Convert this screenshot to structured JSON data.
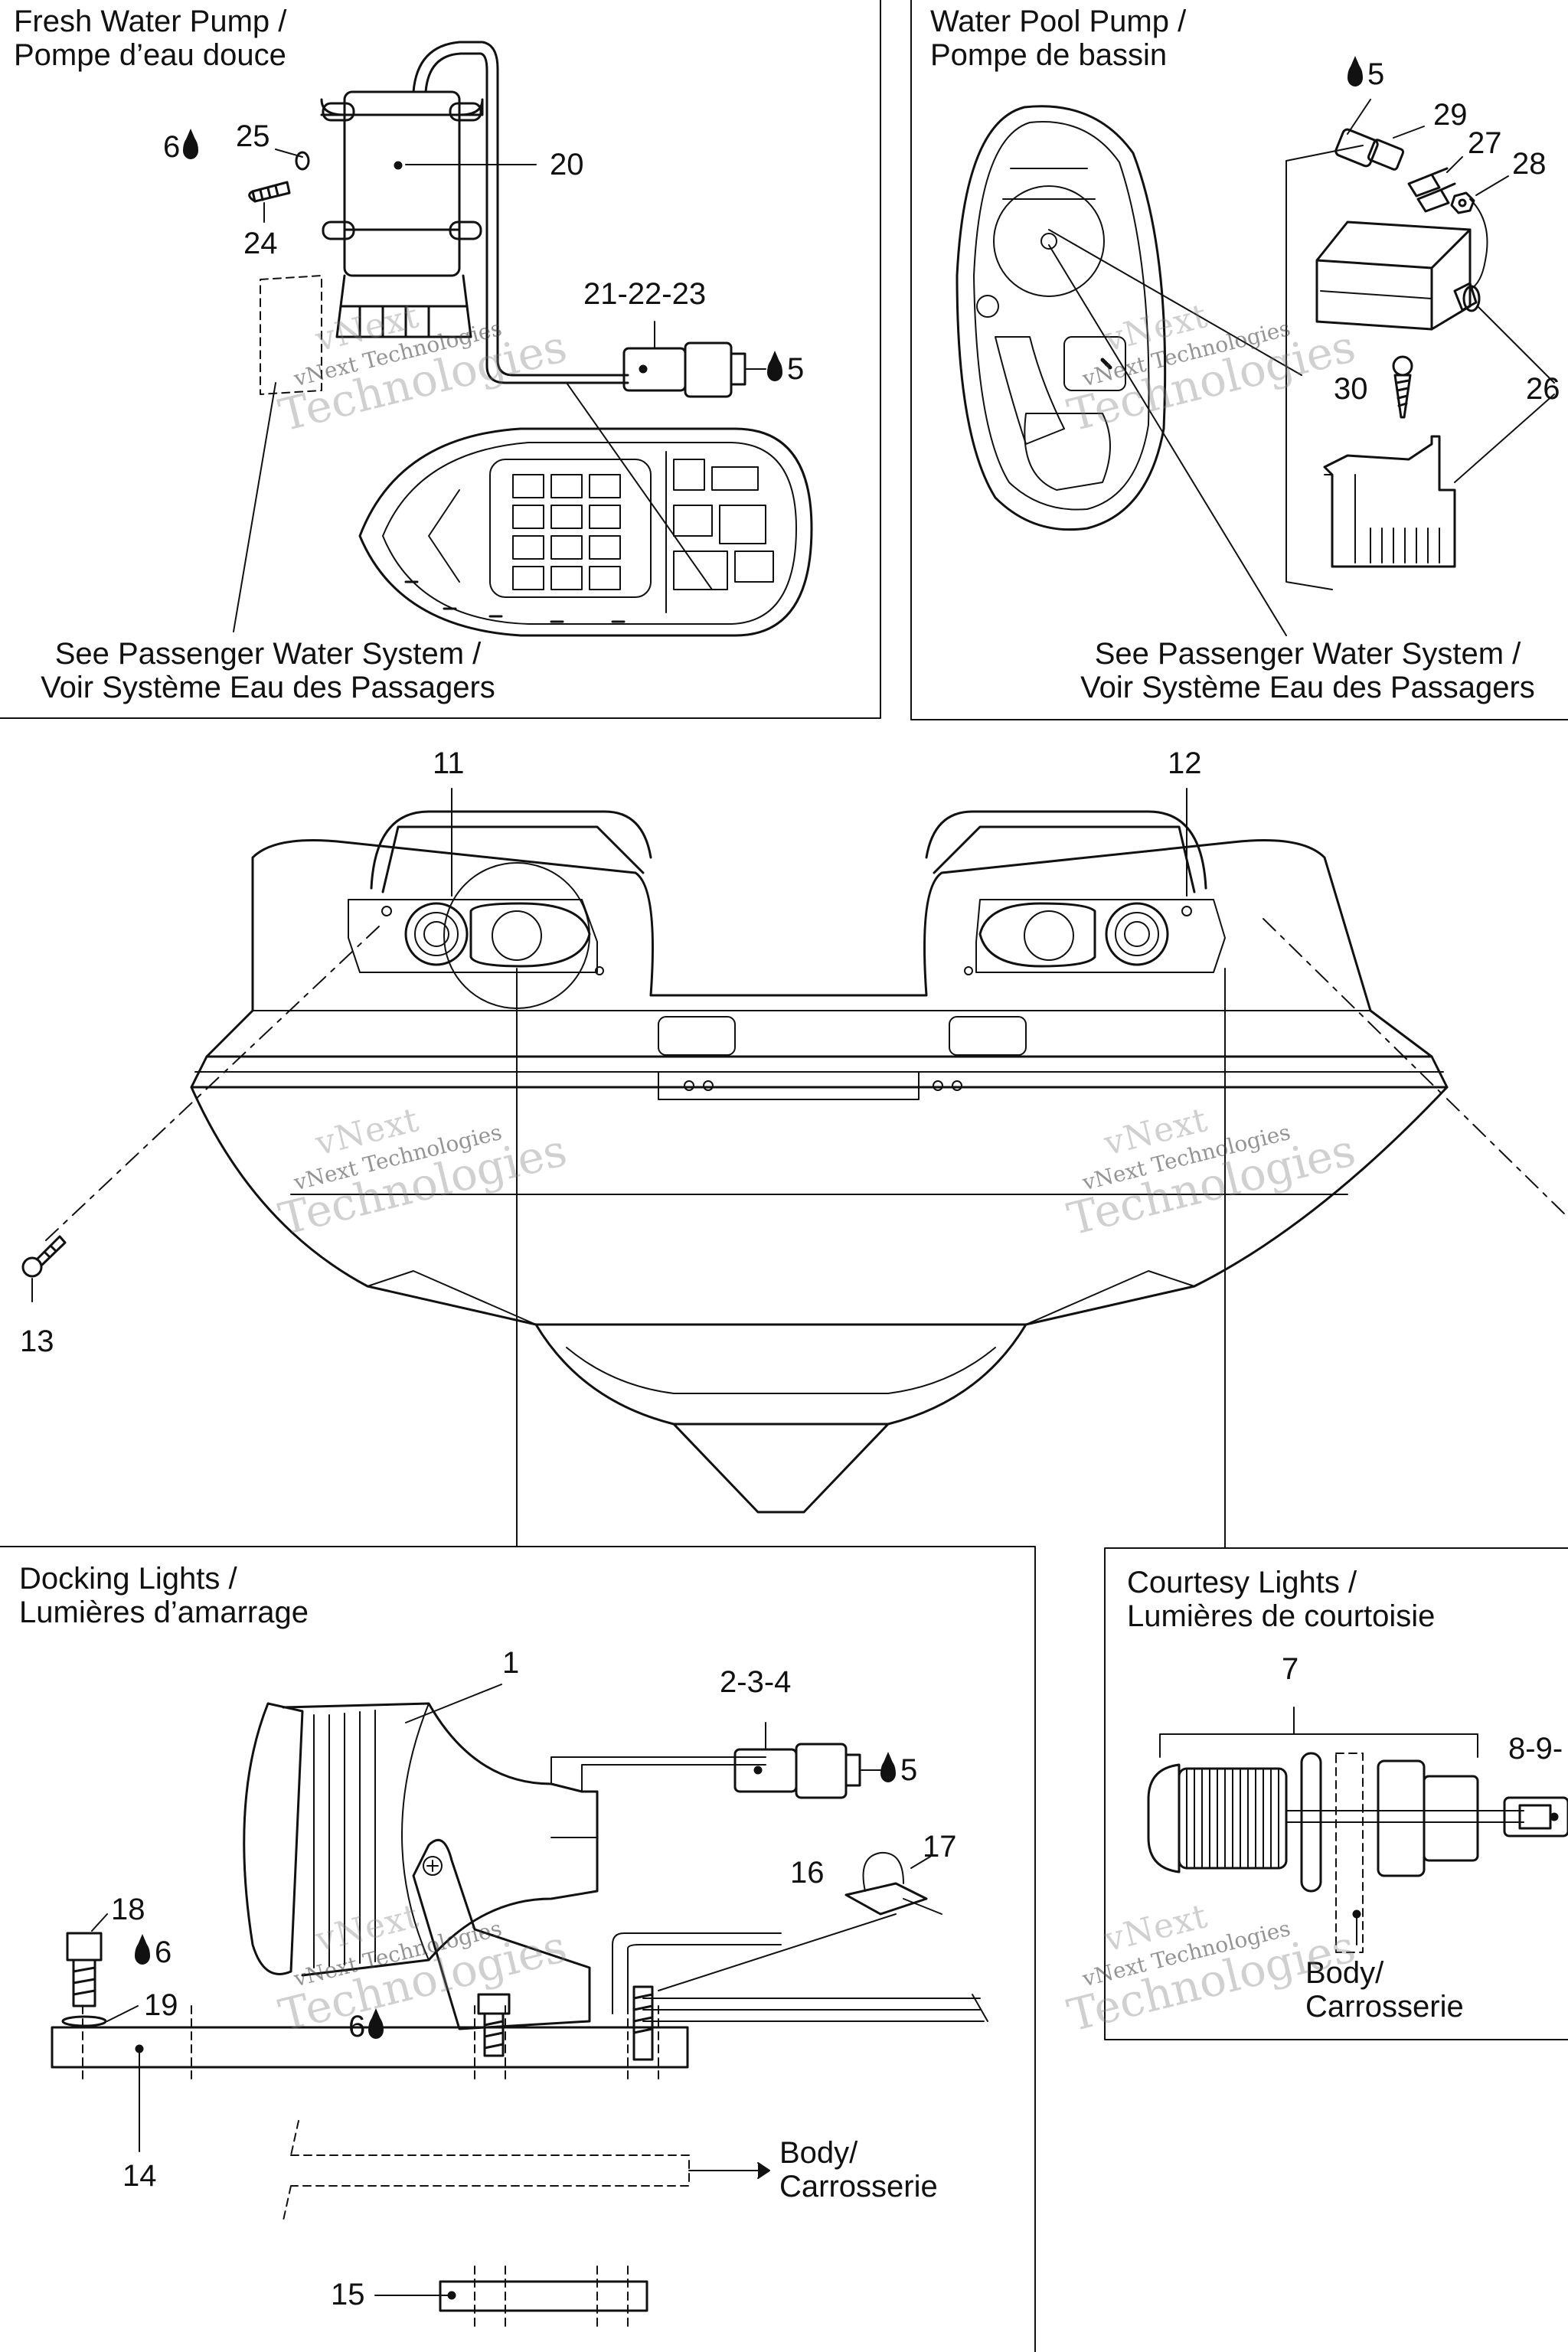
{
  "panels": {
    "fresh_water_pump": {
      "title_line1": "Fresh Water Pump /",
      "title_line2": "Pompe d’eau douce",
      "ref_line1": "See Passenger Water System /",
      "ref_line2": "Voir Système Eau des Passagers"
    },
    "water_pool_pump": {
      "title_line1": "Water Pool Pump /",
      "title_line2": "Pompe de bassin",
      "ref_line1": "See Passenger Water System /",
      "ref_line2": "Voir Système Eau des Passagers"
    },
    "docking_lights": {
      "title_line1": "Docking Lights /",
      "title_line2": "Lumières d’amarrage",
      "body_line1": "Body/",
      "body_line2": "Carrosserie"
    },
    "courtesy_lights": {
      "title_line1": "Courtesy Lights /",
      "title_line2": "Lumières de courtoisie",
      "body_line1": "Body/",
      "body_line2": "Carrosserie"
    }
  },
  "callouts": {
    "c20": "20",
    "c25": "25",
    "c6a": "6",
    "c24": "24",
    "c21_22_23": "21-22-23",
    "c5a": "5",
    "c5b": "5",
    "c29": "29",
    "c27": "27",
    "c28": "28",
    "c30": "30",
    "c26": "26",
    "c11": "11",
    "c12": "12",
    "c13": "13",
    "c1": "1",
    "c2_3_4": "2-3-4",
    "c5c": "5",
    "c17": "17",
    "c16": "16",
    "c18": "18",
    "c6b": "6",
    "c19": "19",
    "c6c": "6",
    "c14": "14",
    "c15": "15",
    "c7": "7",
    "c8_9": "8-9-"
  },
  "watermark": {
    "line_a": "vNext",
    "line_b": "vNext Technologies",
    "line_c": "Technologies"
  }
}
